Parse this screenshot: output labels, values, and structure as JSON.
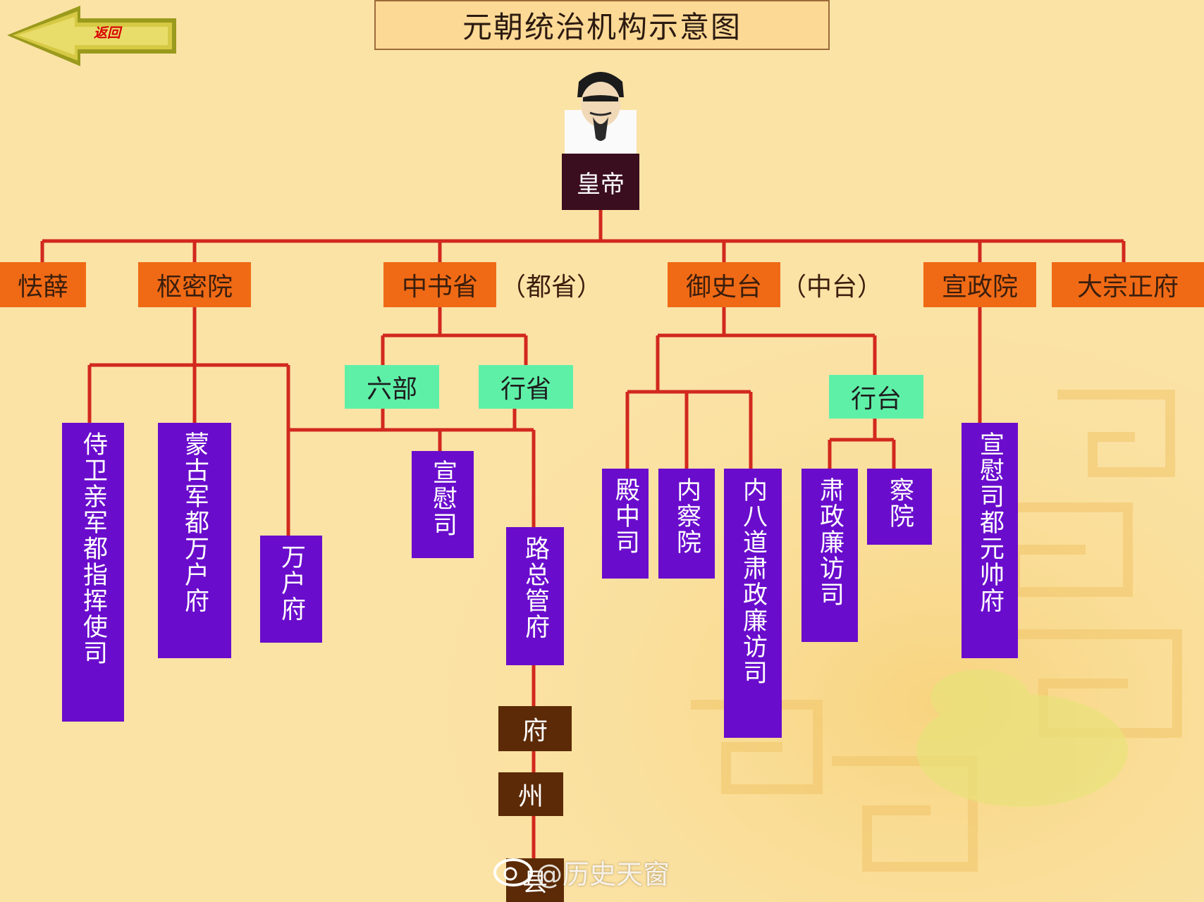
{
  "title": "元朝统治机构示意图",
  "back_button": {
    "label": "返回"
  },
  "emperor": {
    "label": "皇帝"
  },
  "level1": [
    {
      "id": "qiexue",
      "label": "怯薛"
    },
    {
      "id": "shumiyuan",
      "label": "枢密院"
    },
    {
      "id": "zhongshusheng",
      "label": "中书省",
      "note": "（都省）"
    },
    {
      "id": "yushitai",
      "label": "御史台",
      "note": "（中台）"
    },
    {
      "id": "xuanzhengyuan",
      "label": "宣政院"
    },
    {
      "id": "dazongzhengfu",
      "label": "大宗正府"
    }
  ],
  "level2": {
    "liubu": "六部",
    "xingsheng": "行省",
    "xingtai": "行台"
  },
  "purple_units": {
    "shiwei": "侍卫亲军都指挥使司",
    "menggu": "蒙古军都万户府",
    "wanhu": "万户府",
    "xuanwei": "宣慰司",
    "luzongguan": "路总管府",
    "dianzhong": "殿中司",
    "neicha": "内察院",
    "neibadao": "内八道肃政廉访司",
    "suzheng": "肃政廉访司",
    "chayuan": "察院",
    "xuanwei_yuanshuai": "宣慰司都元帅府"
  },
  "local_units": {
    "fu": "府",
    "zhou": "州",
    "xian": "县"
  },
  "watermark": "@历史天窗",
  "colors": {
    "background": "#fbe3a6",
    "connector": "#d2281e",
    "level1_box": "#f06a15",
    "level2_box": "#5ff0a8",
    "unit_box": "#6a0ccc",
    "local_box": "#5c2a06"
  }
}
